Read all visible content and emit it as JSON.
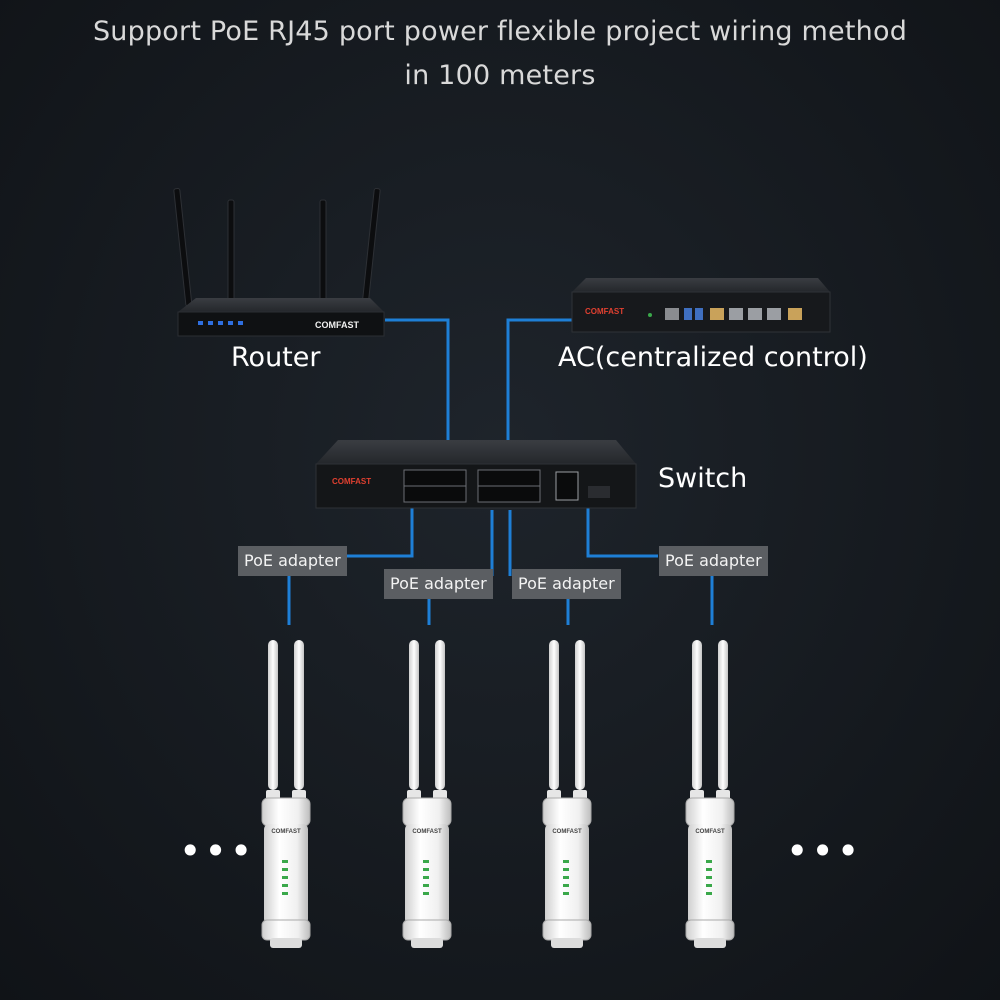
{
  "headline": {
    "line1": "Support PoE RJ45 port power flexible project wiring method",
    "line2": "in 100 meters"
  },
  "devices": {
    "router": {
      "label": "Router",
      "brand": "COMFAST",
      "icon": "router-icon"
    },
    "ac": {
      "label": "AC(centralized control)",
      "brand": "COMFAST",
      "icon": "ac-controller-icon"
    },
    "switch": {
      "label": "Switch",
      "brand": "COMFAST",
      "icon": "poe-switch-icon"
    }
  },
  "adapters": [
    "PoE adapter",
    "PoE adapter",
    "PoE adapter",
    "PoE adapter"
  ],
  "access_points": {
    "brand": "COMFAST",
    "icon": "outdoor-access-point-icon"
  },
  "ellipsis": {
    "left": "•••",
    "right": "•••"
  },
  "colors": {
    "background": "#14181d",
    "cable": "#1e7fd6",
    "adapter_box": "#5b5e62",
    "device_body": "#1a1c1f",
    "ap_body": "#f2f2f2"
  }
}
